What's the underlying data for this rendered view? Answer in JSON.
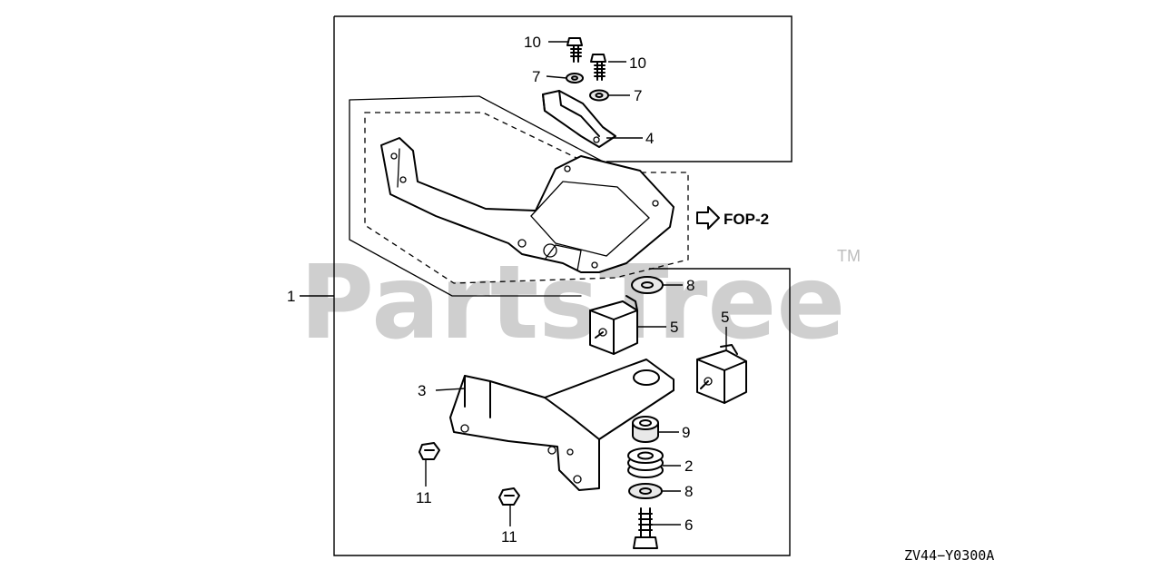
{
  "watermark": {
    "text": "PartsTree",
    "trademark": "TM"
  },
  "reference_arrow": {
    "label": "FOP-2"
  },
  "diagram_code": "ZV44−Y0300A",
  "callouts": {
    "c1": "1",
    "c2": "2",
    "c3": "3",
    "c4": "4",
    "c5a": "5",
    "c5b": "5",
    "c6": "6",
    "c7a": "7",
    "c7b": "7",
    "c8a": "8",
    "c8b": "8",
    "c9": "9",
    "c10a": "10",
    "c10b": "10",
    "c11a": "11",
    "c11b": "11"
  }
}
